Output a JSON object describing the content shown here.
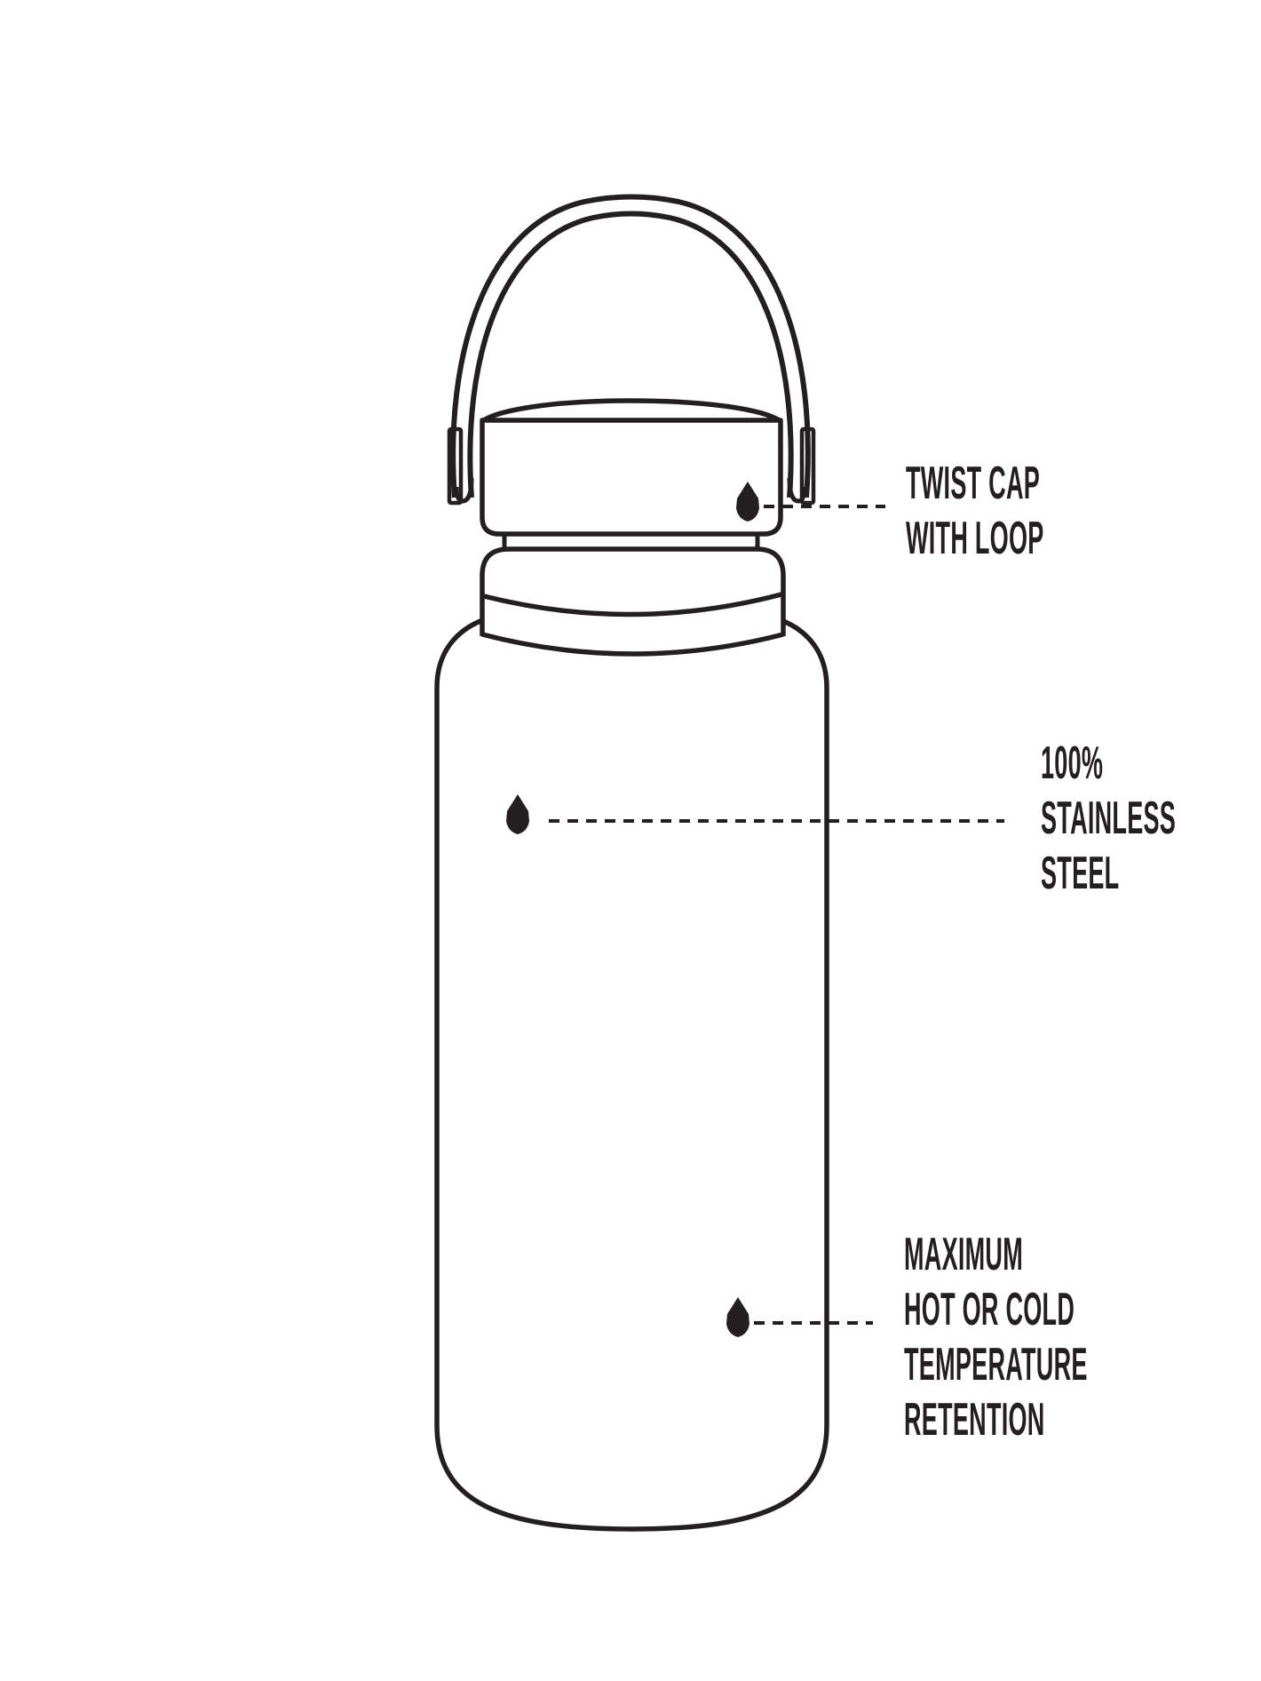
{
  "figure": {
    "name": "insulated-water-bottle-feature-diagram"
  },
  "colors": {
    "ink": "#231f20",
    "background": "#ffffff"
  },
  "icons": {
    "marker": "drop-marker"
  },
  "annotations": {
    "twist_cap": {
      "lines": [
        "TWIST CAP",
        "WITH LOOP"
      ]
    },
    "stainless": {
      "lines": [
        "100%",
        "STAINLESS",
        "STEEL"
      ]
    },
    "temperature": {
      "lines": [
        "MAXIMUM",
        "HOT OR COLD",
        "TEMPERATURE",
        "RETENTION"
      ]
    }
  }
}
